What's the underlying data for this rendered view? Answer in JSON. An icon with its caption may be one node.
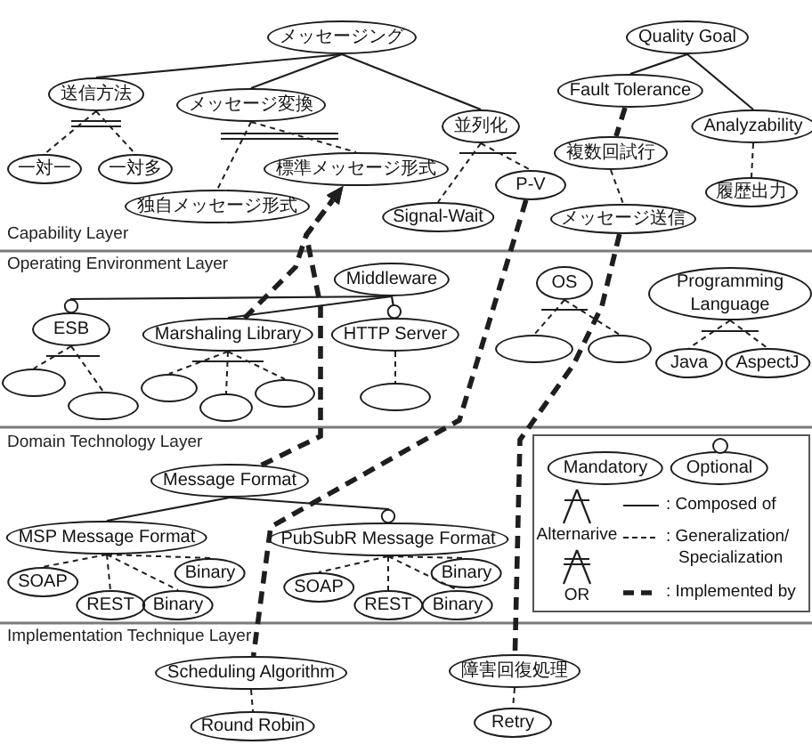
{
  "diagram": {
    "nodes": [
      {
        "text": [
          "メッセージング"
        ]
      },
      {
        "text": [
          "送信方法"
        ]
      },
      {
        "text": [
          "メッセージ変換"
        ]
      },
      {
        "text": [
          "並列化"
        ]
      },
      {
        "text": [
          "一対一"
        ]
      },
      {
        "text": [
          "一対多"
        ]
      },
      {
        "text": [
          "標準メッセージ形式"
        ]
      },
      {
        "text": [
          "独自メッセージ形式"
        ]
      },
      {
        "text": [
          "Signal-Wait"
        ]
      },
      {
        "text": [
          "P-V"
        ]
      },
      {
        "text": [
          "Quality Goal"
        ]
      },
      {
        "text": [
          "Fault Tolerance"
        ]
      },
      {
        "text": [
          "Analyzability"
        ]
      },
      {
        "text": [
          "複数回試行"
        ]
      },
      {
        "text": [
          "履歴出力"
        ]
      },
      {
        "text": [
          "メッセージ送信"
        ]
      },
      {
        "text": [
          "Middleware"
        ]
      },
      {
        "text": [
          "ESB"
        ]
      },
      {
        "text": [
          "Marshaling Library"
        ]
      },
      {
        "text": [
          "HTTP Server"
        ]
      },
      {
        "text": [],
        "shape": "ellipse"
      },
      {
        "text": [],
        "shape": "ellipse"
      },
      {
        "text": [],
        "shape": "ellipse"
      },
      {
        "text": [],
        "shape": "ellipse"
      },
      {
        "text": [],
        "shape": "ellipse"
      },
      {
        "text": [],
        "shape": "ellipse"
      },
      {
        "text": [
          "OS"
        ]
      },
      {
        "text": [],
        "shape": "ellipse"
      },
      {
        "text": [],
        "shape": "ellipse"
      },
      {
        "text": [
          "Programming Language"
        ]
      },
      {
        "text": [
          "Java"
        ]
      },
      {
        "text": [
          "AspectJ"
        ]
      },
      {
        "text": [
          "Message Format"
        ]
      },
      {
        "text": [
          "MSP Message Format"
        ]
      },
      {
        "text": [
          "PubSubR Message Format"
        ]
      },
      {
        "text": [
          "SOAP"
        ]
      },
      {
        "text": [
          "REST"
        ]
      },
      {
        "text": [
          "Binary"
        ]
      },
      {
        "text": [
          "Binary"
        ]
      },
      {
        "text": [
          "SOAP"
        ]
      },
      {
        "text": [
          "REST"
        ]
      },
      {
        "text": [
          "Binary"
        ]
      },
      {
        "text": [
          "Binary"
        ]
      },
      {
        "text": [
          "Scheduling Algorithm"
        ]
      },
      {
        "text": [
          "Round Robin"
        ]
      },
      {
        "text": [
          "障害回復処理"
        ]
      },
      {
        "text": [
          "Retry"
        ]
      }
    ],
    "edges": [
      {
        "from": 0,
        "to": 1,
        "arrow": "none"
      },
      {
        "from": 0,
        "to": 2,
        "arrow": "none"
      },
      {
        "from": 0,
        "to": 3,
        "arrow": "none"
      },
      {
        "from": 1,
        "to": 4,
        "arrow": "none",
        "style": "dashed"
      },
      {
        "from": 1,
        "to": 5,
        "arrow": "none",
        "style": "dashed"
      },
      {
        "from": 2,
        "to": 6,
        "arrow": "none",
        "style": "dashed"
      },
      {
        "from": 2,
        "to": 7,
        "arrow": "none",
        "style": "dashed"
      },
      {
        "from": 3,
        "to": 8,
        "arrow": "none",
        "style": "dashed"
      },
      {
        "from": 3,
        "to": 9,
        "arrow": "none",
        "style": "dashed"
      },
      {
        "from": 10,
        "to": 11,
        "arrow": "none"
      },
      {
        "from": 10,
        "to": 12,
        "arrow": "none"
      },
      {
        "from": 11,
        "to": 13,
        "arrow": "none",
        "style": "dashed"
      },
      {
        "from": 13,
        "to": 15,
        "arrow": "none",
        "style": "dashed"
      },
      {
        "from": 12,
        "to": 14,
        "arrow": "none",
        "style": "dashed"
      },
      {
        "from": 18,
        "to": 6,
        "arrow": "to",
        "style": "dashed"
      },
      {
        "from": 32,
        "to": 6,
        "arrow": "to",
        "style": "dashed"
      },
      {
        "from": 9,
        "to": 43,
        "arrow": "none",
        "style": "dashed"
      },
      {
        "from": 15,
        "to": 45,
        "arrow": "none",
        "style": "dashed"
      },
      {
        "from": 16,
        "to": 17,
        "arrow": "other"
      },
      {
        "from": 16,
        "to": 18,
        "arrow": "none"
      },
      {
        "from": 16,
        "to": 19,
        "arrow": "other"
      },
      {
        "from": 17,
        "to": 20,
        "arrow": "none",
        "style": "dashed"
      },
      {
        "from": 17,
        "to": 21,
        "arrow": "none",
        "style": "dashed"
      },
      {
        "from": 18,
        "to": 22,
        "arrow": "none",
        "style": "dashed"
      },
      {
        "from": 18,
        "to": 23,
        "arrow": "none",
        "style": "dashed"
      },
      {
        "from": 18,
        "to": 24,
        "arrow": "none",
        "style": "dashed"
      },
      {
        "from": 19,
        "to": 25,
        "arrow": "none",
        "style": "dashed"
      },
      {
        "from": 26,
        "to": 27,
        "arrow": "none",
        "style": "dashed"
      },
      {
        "from": 26,
        "to": 28,
        "arrow": "none",
        "style": "dashed"
      },
      {
        "from": 29,
        "to": 30,
        "arrow": "none",
        "style": "dashed"
      },
      {
        "from": 29,
        "to": 31,
        "arrow": "none",
        "style": "dashed"
      },
      {
        "from": 32,
        "to": 33,
        "arrow": "none"
      },
      {
        "from": 32,
        "to": 34,
        "arrow": "other"
      },
      {
        "from": 33,
        "to": 35,
        "arrow": "none",
        "style": "dashed"
      },
      {
        "from": 33,
        "to": 36,
        "arrow": "none",
        "style": "dashed"
      },
      {
        "from": 33,
        "to": 37,
        "arrow": "none",
        "style": "dashed"
      },
      {
        "from": 33,
        "to": 38,
        "arrow": "none",
        "style": "dashed"
      },
      {
        "from": 34,
        "to": 39,
        "arrow": "none",
        "style": "dashed"
      },
      {
        "from": 34,
        "to": 40,
        "arrow": "none",
        "style": "dashed"
      },
      {
        "from": 34,
        "to": 41,
        "arrow": "none",
        "style": "dashed"
      },
      {
        "from": 34,
        "to": 42,
        "arrow": "none",
        "style": "dashed"
      },
      {
        "from": 43,
        "to": 44,
        "arrow": "none",
        "style": "dashed"
      },
      {
        "from": 45,
        "to": 46,
        "arrow": "none",
        "style": "dashed"
      }
    ],
    "labels": [
      "Capability Layer",
      "Operating Environment Layer",
      "Domain Technology Layer",
      "Implementation Technique Layer"
    ],
    "legend": [
      {
        "text": "Mandatory"
      },
      {
        "text": "Optional"
      },
      {
        "text": "Alternarive"
      },
      {
        "text": "OR"
      },
      {
        "text": ": Composed of"
      },
      {
        "text": ": Generalization/ Specialization"
      },
      {
        "text": ": Implemented by"
      }
    ]
  }
}
